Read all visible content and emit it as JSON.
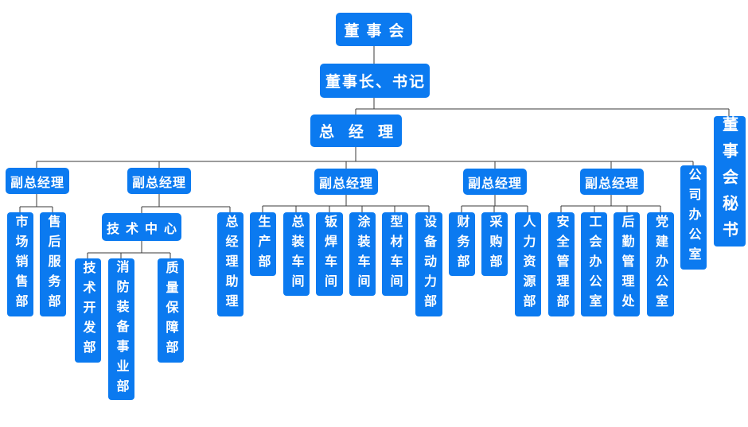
{
  "diagram": {
    "type": "org-chart",
    "colors": {
      "node_fill": "#0b7af0",
      "node_text": "#ffffff",
      "connector": "#3a3a3a",
      "background": "#ffffff"
    },
    "nodes": [
      {
        "id": "board-of-directors",
        "label": "董事会",
        "parent": null
      },
      {
        "id": "chairman-secretary",
        "label": "董事长、书记",
        "parent": "board-of-directors"
      },
      {
        "id": "general-manager",
        "label": "总经理",
        "parent": "chairman-secretary"
      },
      {
        "id": "board-secretary",
        "label": "董事会秘书",
        "parent": "chairman-secretary"
      },
      {
        "id": "deputy-gm-1",
        "label": "副总经理",
        "parent": "general-manager"
      },
      {
        "id": "deputy-gm-2",
        "label": "副总经理",
        "parent": "general-manager"
      },
      {
        "id": "deputy-gm-3",
        "label": "副总经理",
        "parent": "general-manager"
      },
      {
        "id": "deputy-gm-4",
        "label": "副总经理",
        "parent": "general-manager"
      },
      {
        "id": "deputy-gm-5",
        "label": "副总经理",
        "parent": "general-manager"
      },
      {
        "id": "company-office",
        "label": "公司办公室",
        "parent": "general-manager"
      },
      {
        "id": "marketing-sales-dept",
        "label": "市场销售部",
        "parent": "deputy-gm-1"
      },
      {
        "id": "after-sales-service-dept",
        "label": "售后服务部",
        "parent": "deputy-gm-1"
      },
      {
        "id": "technology-center",
        "label": "技术中心",
        "parent": "deputy-gm-2"
      },
      {
        "id": "gm-assistant",
        "label": "总经理助理",
        "parent": "deputy-gm-2"
      },
      {
        "id": "tech-development-dept",
        "label": "技术开发部",
        "parent": "technology-center"
      },
      {
        "id": "fire-equipment-division",
        "label": "消防装备事业部",
        "parent": "technology-center"
      },
      {
        "id": "quality-assurance-dept",
        "label": "质量保障部",
        "parent": "technology-center"
      },
      {
        "id": "production-dept",
        "label": "生产部",
        "parent": "deputy-gm-3"
      },
      {
        "id": "final-assembly-workshop",
        "label": "总装车间",
        "parent": "deputy-gm-3"
      },
      {
        "id": "sheet-welding-workshop",
        "label": "钣焊车间",
        "parent": "deputy-gm-3"
      },
      {
        "id": "painting-workshop",
        "label": "涂装车间",
        "parent": "deputy-gm-3"
      },
      {
        "id": "profile-workshop",
        "label": "型材车间",
        "parent": "deputy-gm-3"
      },
      {
        "id": "equipment-power-dept",
        "label": "设备动力部",
        "parent": "deputy-gm-3"
      },
      {
        "id": "finance-dept",
        "label": "财务部",
        "parent": "deputy-gm-4"
      },
      {
        "id": "procurement-dept",
        "label": "采购部",
        "parent": "deputy-gm-4"
      },
      {
        "id": "human-resources-dept",
        "label": "人力资源部",
        "parent": "deputy-gm-4"
      },
      {
        "id": "safety-management-dept",
        "label": "安全管理部",
        "parent": "deputy-gm-5"
      },
      {
        "id": "labor-union-office",
        "label": "工会办公室",
        "parent": "deputy-gm-5"
      },
      {
        "id": "logistics-management-office",
        "label": "后勤管理处",
        "parent": "deputy-gm-5"
      },
      {
        "id": "party-building-office",
        "label": "党建办公室",
        "parent": "deputy-gm-5"
      }
    ]
  }
}
